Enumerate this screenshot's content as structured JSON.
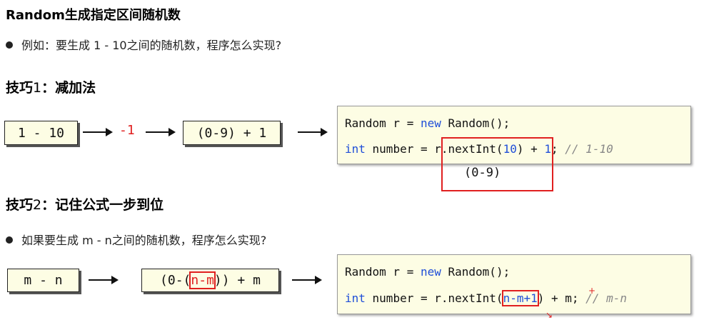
{
  "title": "Random生成指定区间随机数",
  "bullet1": "例如：要生成 1 - 10之间的随机数，程序怎么实现?",
  "tip1": {
    "heading_a": "技巧",
    "heading_b": "1",
    "heading_c": "：减加法"
  },
  "flow1": {
    "range": "1 - 10",
    "minus": "-1",
    "expr": "(0-9) + 1"
  },
  "code1": {
    "line1": {
      "a": "Random r = ",
      "b": "new",
      "c": " Random();"
    },
    "line2": {
      "a": "int",
      "b": " number = ",
      "c": "r.nextInt(",
      "d": "10",
      "e": ")",
      "f": " + ",
      "g": "1",
      "h": "; ",
      "i": "// 1-10"
    },
    "note": "(0-9)"
  },
  "tip2": {
    "heading_a": "技巧",
    "heading_b": "2",
    "heading_c": "：记住公式一步到位"
  },
  "bullet2": "如果要生成 m - n之间的随机数，程序怎么实现?",
  "flow2": {
    "range": "m - n",
    "expr_a": "(0-(",
    "expr_b": "n-m",
    "expr_c": ")) + m"
  },
  "code2": {
    "line1": {
      "a": "Random r = ",
      "b": "new",
      "c": " Random();"
    },
    "line2": {
      "a": "int",
      "b": " number = r.nextInt(",
      "c": "n-m+1",
      "d": ") + m; ",
      "e": "// m-n"
    }
  }
}
